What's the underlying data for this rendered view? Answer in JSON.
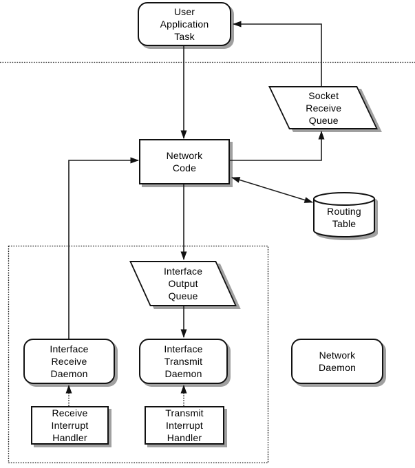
{
  "diagram": {
    "kind": "network-stack-flow-diagram",
    "nodes": {
      "user_application_task": {
        "label": "User\nApplication\nTask",
        "shape": "rounded-rectangle"
      },
      "socket_receive_queue": {
        "label": "Socket\nReceive\nQueue",
        "shape": "parallelogram"
      },
      "network_code": {
        "label": "Network\nCode",
        "shape": "rectangle"
      },
      "routing_table": {
        "label": "Routing\nTable",
        "shape": "cylinder"
      },
      "interface_output_queue": {
        "label": "Interface\nOutput\nQueue",
        "shape": "parallelogram"
      },
      "interface_receive_daemon": {
        "label": "Interface\nReceive\nDaemon",
        "shape": "rounded-rectangle"
      },
      "interface_transmit_daemon": {
        "label": "Interface\nTransmit\nDaemon",
        "shape": "rounded-rectangle"
      },
      "network_daemon": {
        "label": "Network\nDaemon",
        "shape": "rounded-rectangle"
      },
      "receive_interrupt_handler": {
        "label": "Receive\nInterrupt\nHandler",
        "shape": "rectangle"
      },
      "transmit_interrupt_handler": {
        "label": "Transmit\nInterrupt\nHandler",
        "shape": "rectangle"
      }
    },
    "edges": [
      {
        "from": "user_application_task",
        "to": "network_code",
        "style": "solid",
        "direction": "one-way"
      },
      {
        "from": "socket_receive_queue",
        "to": "user_application_task",
        "style": "solid",
        "direction": "one-way"
      },
      {
        "from": "network_code",
        "to": "socket_receive_queue",
        "style": "solid",
        "direction": "one-way"
      },
      {
        "from": "interface_receive_daemon",
        "to": "network_code",
        "style": "solid",
        "direction": "one-way"
      },
      {
        "from": "network_code",
        "to": "interface_output_queue",
        "style": "solid",
        "direction": "one-way"
      },
      {
        "from": "network_code",
        "to": "routing_table",
        "style": "solid",
        "direction": "two-way"
      },
      {
        "from": "interface_output_queue",
        "to": "interface_transmit_daemon",
        "style": "solid",
        "direction": "one-way"
      },
      {
        "from": "receive_interrupt_handler",
        "to": "interface_receive_daemon",
        "style": "dotted",
        "direction": "one-way"
      },
      {
        "from": "transmit_interrupt_handler",
        "to": "interface_transmit_daemon",
        "style": "dotted",
        "direction": "one-way"
      }
    ],
    "regions": {
      "user_kernel_separator": {
        "style": "dotted-horizontal-line"
      },
      "driver_group_box": {
        "style": "dotted-rectangle"
      }
    },
    "colors": {
      "stroke": "#111111",
      "fill": "#ffffff",
      "shadow": "#a0a0a0",
      "background": "#ffffff",
      "text": "#000000"
    }
  }
}
